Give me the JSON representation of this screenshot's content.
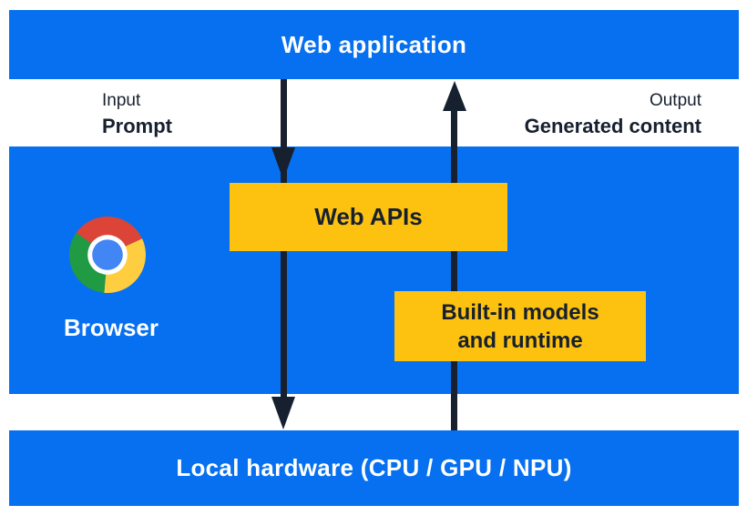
{
  "diagram": {
    "top_bar": {
      "label": "Web application"
    },
    "io_labels": {
      "input_title": "Input",
      "input_value": "Prompt",
      "output_title": "Output",
      "output_value": "Generated content"
    },
    "browser": {
      "label": "Browser",
      "icon": "chrome-logo"
    },
    "boxes": {
      "web_apis": {
        "label": "Web APIs"
      },
      "builtin": {
        "line1": "Built-in models",
        "line2": "and runtime"
      }
    },
    "bottom_bar": {
      "label": "Local hardware (CPU / GPU / NPU)"
    },
    "arrows": {
      "input_flow": "down-arrow",
      "output_flow": "up-arrow"
    }
  },
  "colors": {
    "background_blue": "#0670F0",
    "box_yellow": "#FDC20F",
    "arrow_navy": "#17202F",
    "text_white": "#FFFFFF",
    "chrome_red": "#DB4437",
    "chrome_yellow": "#FFCD40",
    "chrome_green": "#209A43",
    "chrome_blue": "#4285F4"
  }
}
